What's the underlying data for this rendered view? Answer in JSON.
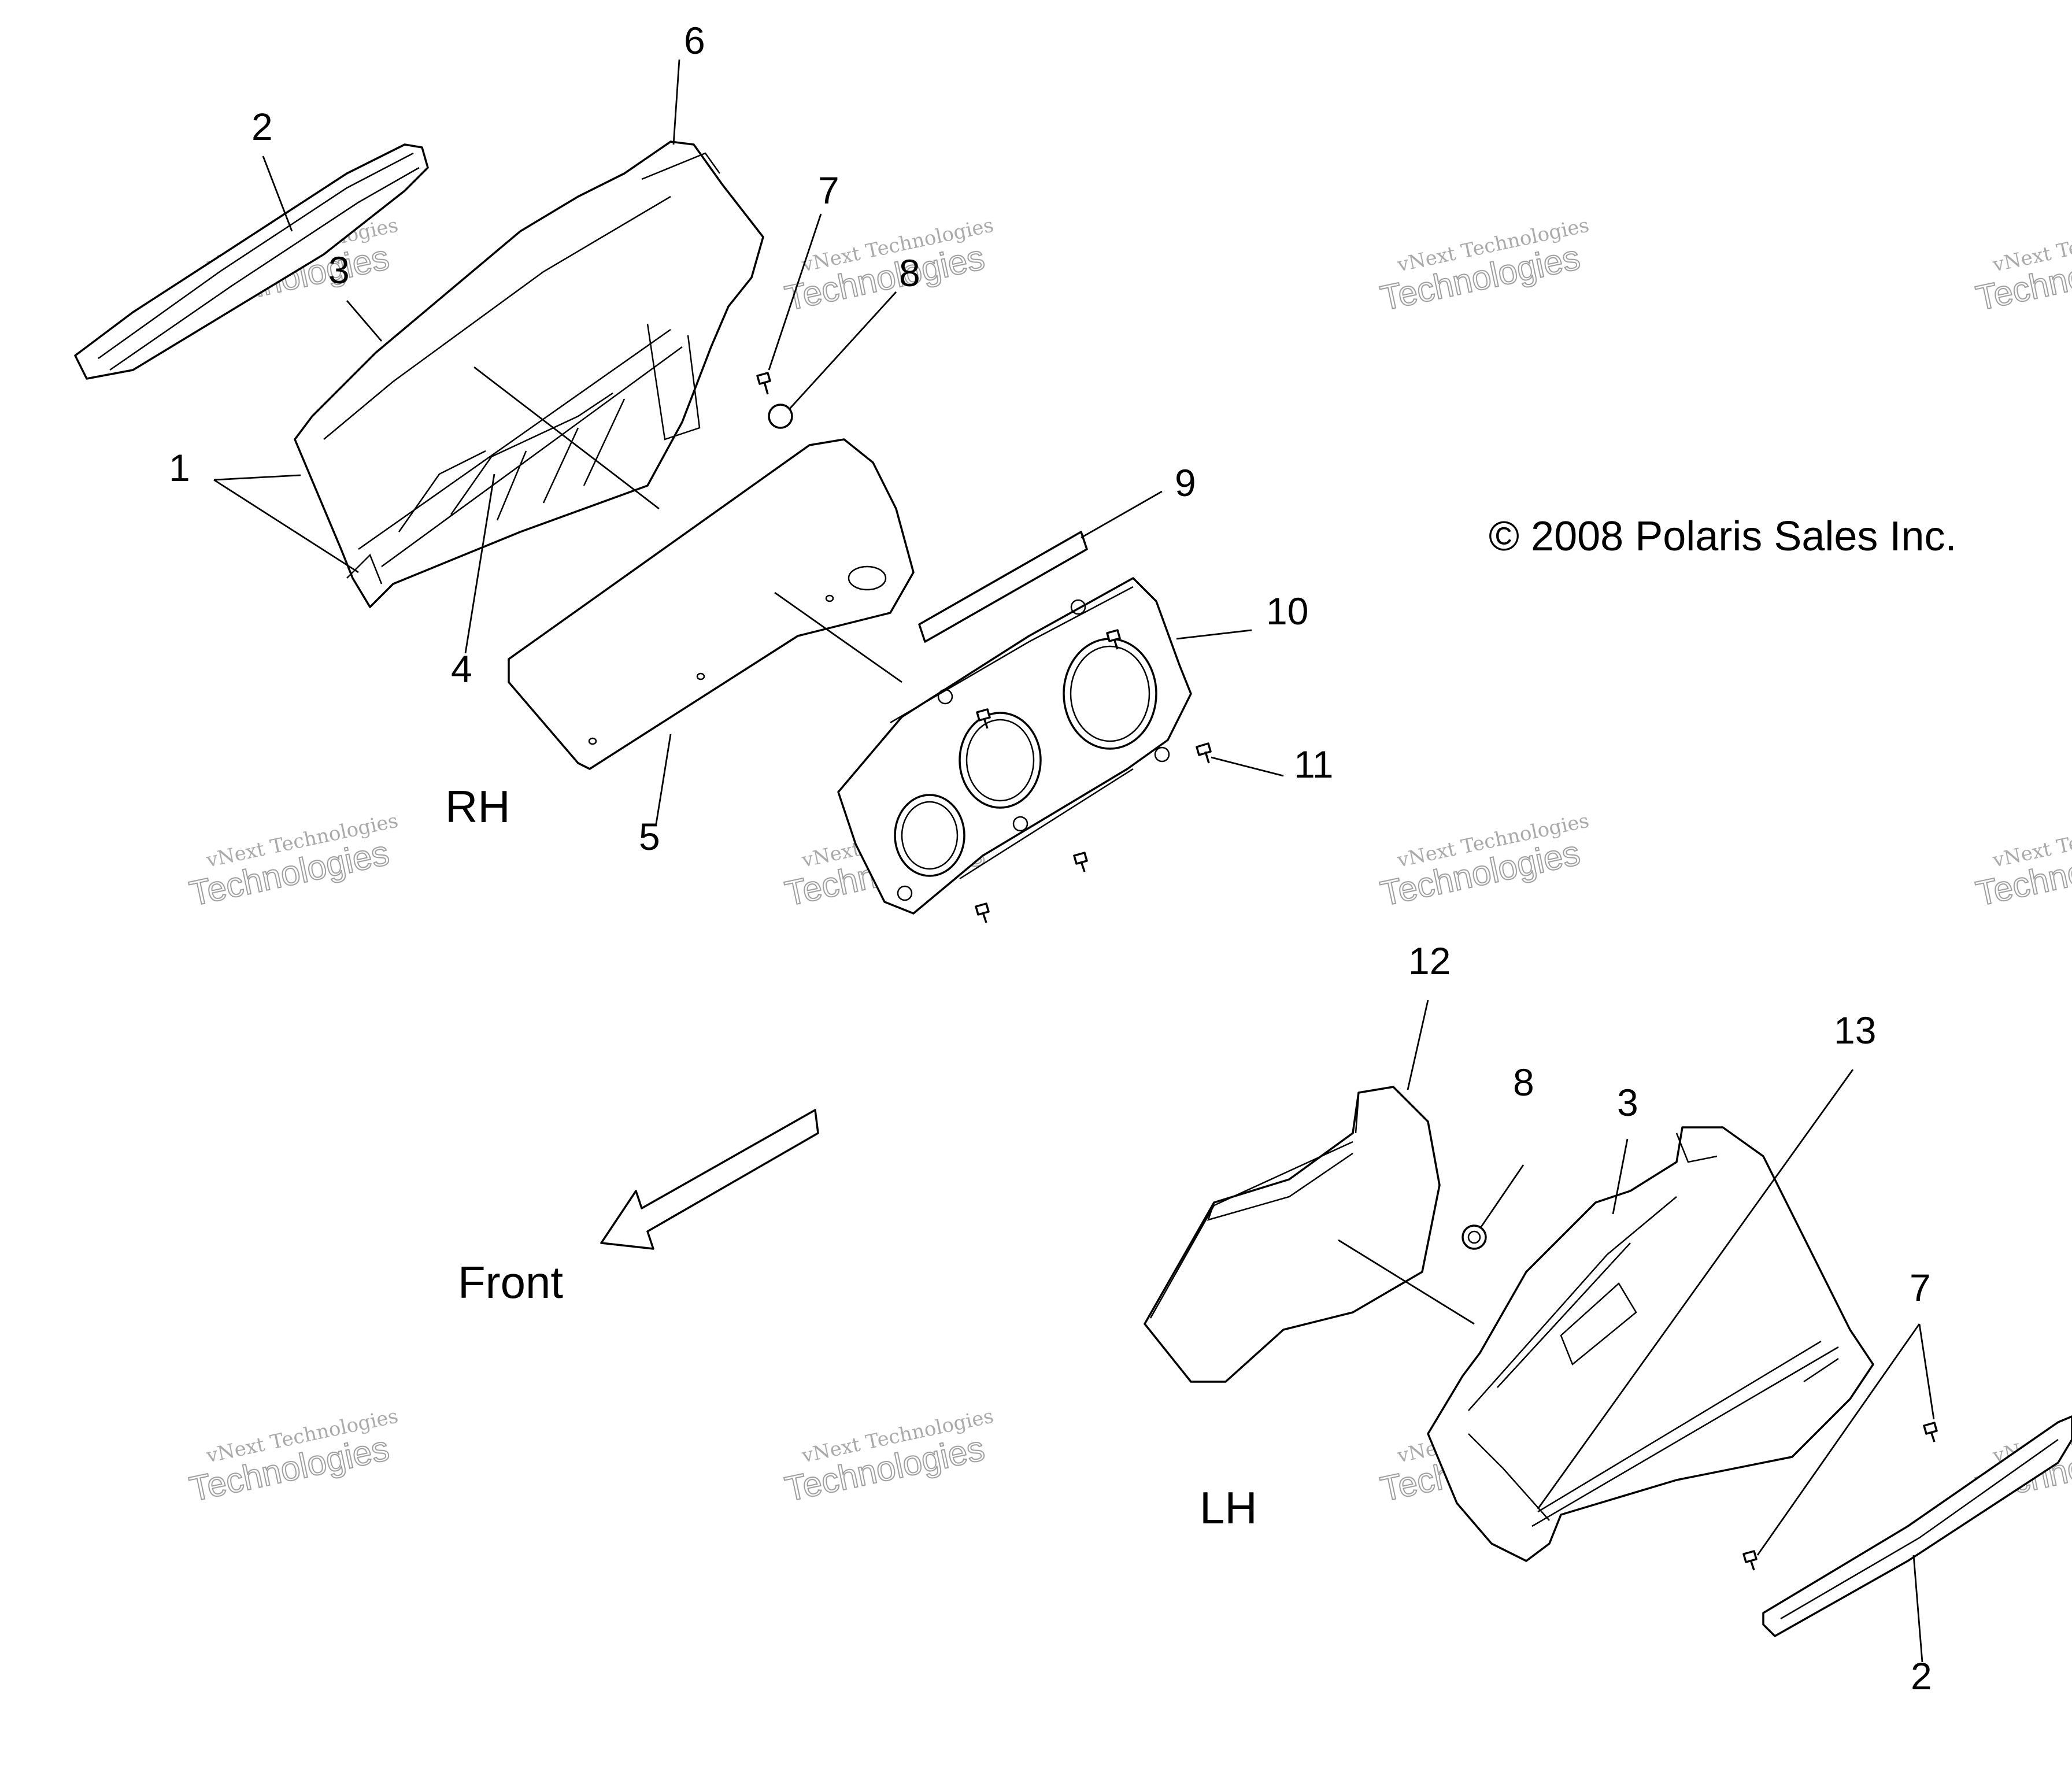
{
  "diagram": {
    "callouts": {
      "c1": "1",
      "c2_top": "2",
      "c3_top": "3",
      "c4": "4",
      "c5": "5",
      "c6": "6",
      "c7_top": "7",
      "c8_top": "8",
      "c9": "9",
      "c10": "10",
      "c11": "11",
      "c12": "12",
      "c8_bottom": "8",
      "c3_bottom": "3",
      "c13": "13",
      "c7_bottom": "7",
      "c2_bottom": "2"
    },
    "labels": {
      "rh": "RH",
      "lh": "LH",
      "front": "Front",
      "copyright": "© 2008 Polaris Sales Inc."
    },
    "watermark": {
      "line1": "vNext Technologies",
      "line2": "Technologies"
    }
  }
}
